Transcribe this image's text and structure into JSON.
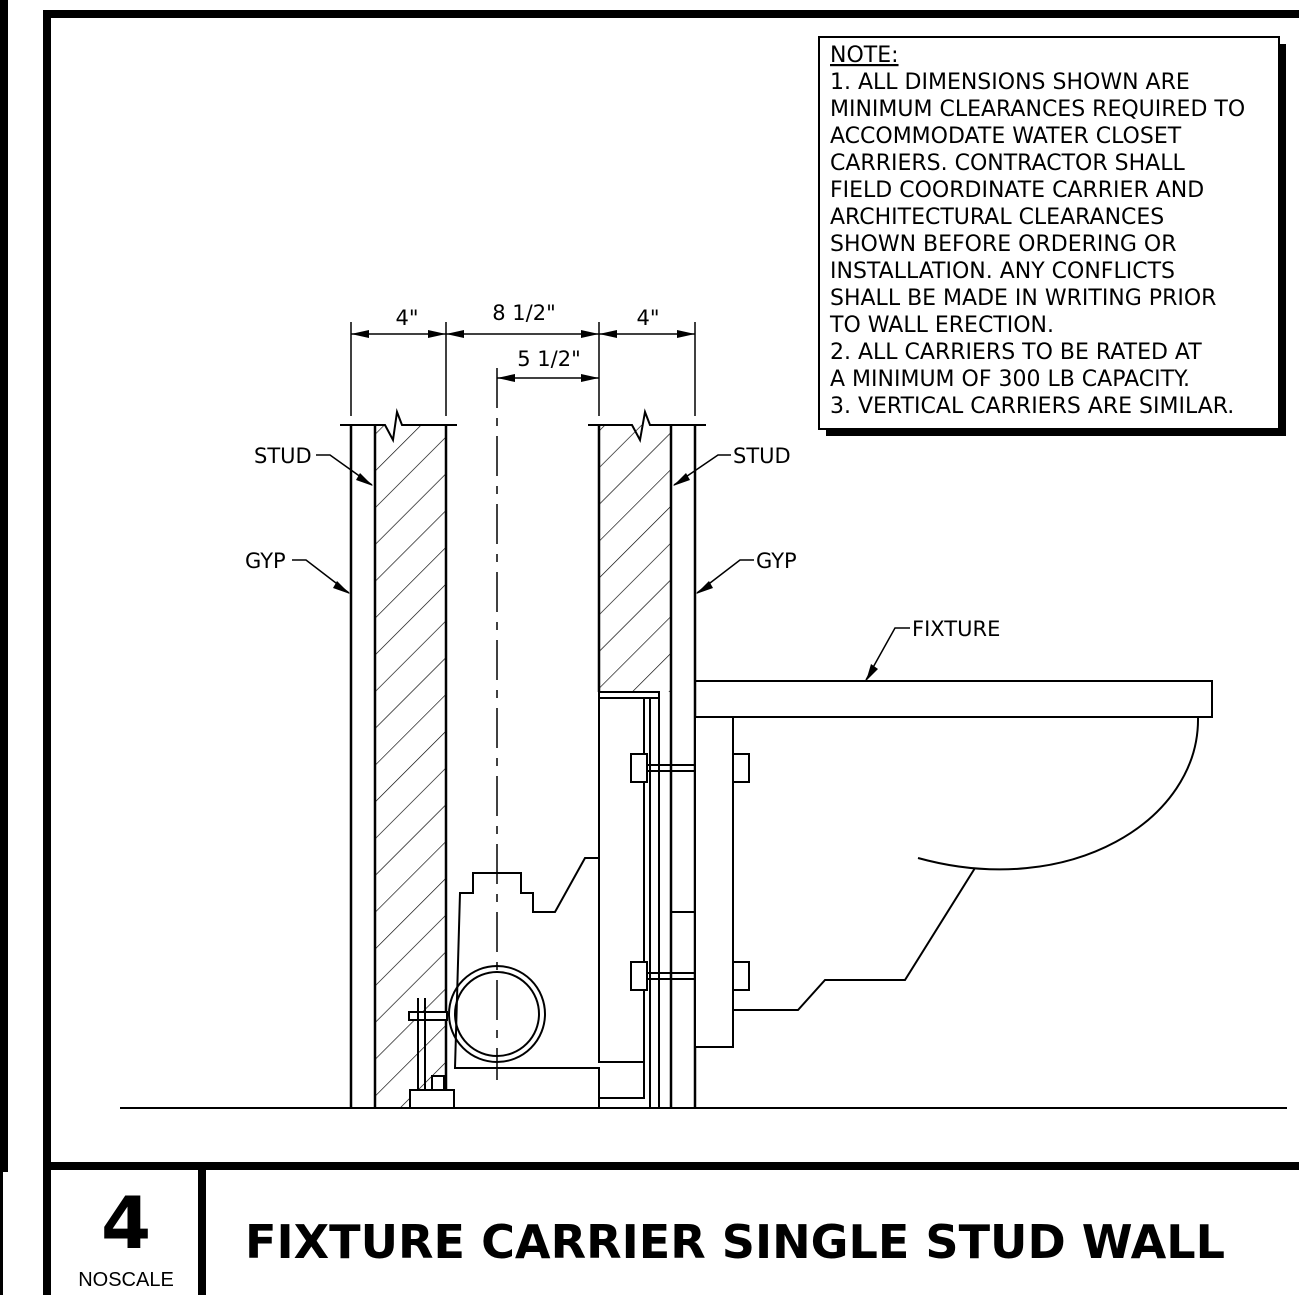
{
  "dimensions": {
    "left_wall_width": "4\"",
    "cavity_width": "8 1/2\"",
    "centerline_offset": "5 1/2\"",
    "right_wall_width": "4\""
  },
  "labels": {
    "stud_left": "STUD",
    "stud_right": "STUD",
    "gyp_left": "GYP",
    "gyp_right": "GYP",
    "fixture": "FIXTURE"
  },
  "note": {
    "heading": "NOTE:",
    "lines": [
      "1. ALL DIMENSIONS SHOWN ARE",
      "MINIMUM CLEARANCES REQUIRED TO",
      "ACCOMMODATE WATER CLOSET",
      "CARRIERS. CONTRACTOR SHALL",
      "FIELD COORDINATE CARRIER AND",
      "ARCHITECTURAL CLEARANCES",
      "SHOWN BEFORE ORDERING OR",
      "INSTALLATION. ANY CONFLICTS",
      "SHALL BE MADE IN WRITING PRIOR",
      "TO WALL ERECTION.",
      "2. ALL CARRIERS TO BE RATED AT",
      "A MINIMUM OF 300 LB CAPACITY.",
      "3. VERTICAL CARRIERS ARE SIMILAR."
    ]
  },
  "title_block": {
    "detail_number": "4",
    "scale": "NOSCALE",
    "title": "FIXTURE CARRIER SINGLE STUD WALL"
  }
}
